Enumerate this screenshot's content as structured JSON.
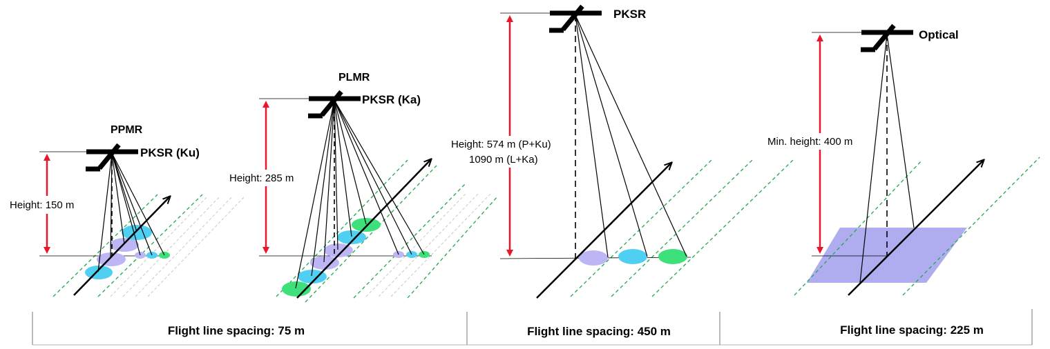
{
  "panels": [
    {
      "instrument_top": "PPMR",
      "instrument_side": "PKSR (Ku)",
      "height_label": "Height: 150 m"
    },
    {
      "instrument_top": "PLMR",
      "instrument_side": "PKSR (Ka)",
      "height_label": "Height: 285 m"
    },
    {
      "instrument_side": "PKSR",
      "height_label_line1": "Height: 574 m (P+Ku)",
      "height_label_line2": "1090 m (L+Ka)"
    },
    {
      "instrument_side": "Optical",
      "height_label": "Min. height: 400 m"
    }
  ],
  "spacing_labels": [
    "Flight line spacing: 75 m",
    "Flight line spacing: 450 m",
    "Flight line spacing: 225 m"
  ],
  "colors": {
    "height_arrow": "#e8172b",
    "flight_line_guide": "#1fa84a",
    "grey_guide": "#c8c8c8",
    "footprint_cyan": "#4fd0f2",
    "footprint_lavender": "#bdb6f4",
    "footprint_green": "#3de07a",
    "optical_footprint": "#b0acf0"
  }
}
